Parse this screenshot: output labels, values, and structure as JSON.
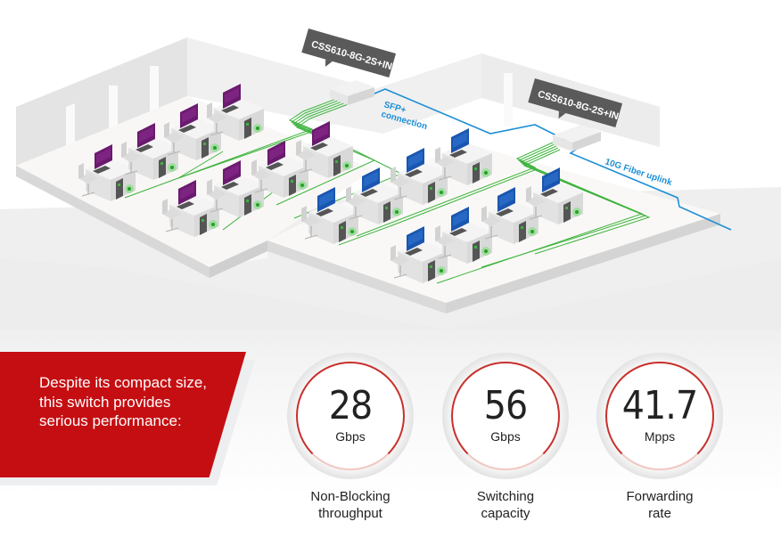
{
  "diagram": {
    "switches": [
      {
        "label": "CSS610-8G-2S+IN"
      },
      {
        "label": "CSS610-8G-2S+IN"
      }
    ],
    "links": {
      "sfp_label_line1": "SFP+",
      "sfp_label_line2": "connection",
      "fiber_label": "10G Fiber uplink"
    },
    "colors": {
      "copper_cable": "#3cb33c",
      "fiber_cable": "#1d8fd6",
      "left_room_monitor": "#6a1a6e",
      "right_room_monitor": "#1a56b0",
      "tag_background": "#5a5a5a"
    }
  },
  "banner": {
    "text": "Despite its compact size, this switch provides serious performance:",
    "color": "#c50e12"
  },
  "stats": [
    {
      "value": "28",
      "unit": "Gbps",
      "caption_line1": "Non-Blocking",
      "caption_line2": "throughput"
    },
    {
      "value": "56",
      "unit": "Gbps",
      "caption_line1": "Switching",
      "caption_line2": "capacity"
    },
    {
      "value": "41.7",
      "unit": "Mpps",
      "caption_line1": "Forwarding",
      "caption_line2": "rate"
    }
  ]
}
